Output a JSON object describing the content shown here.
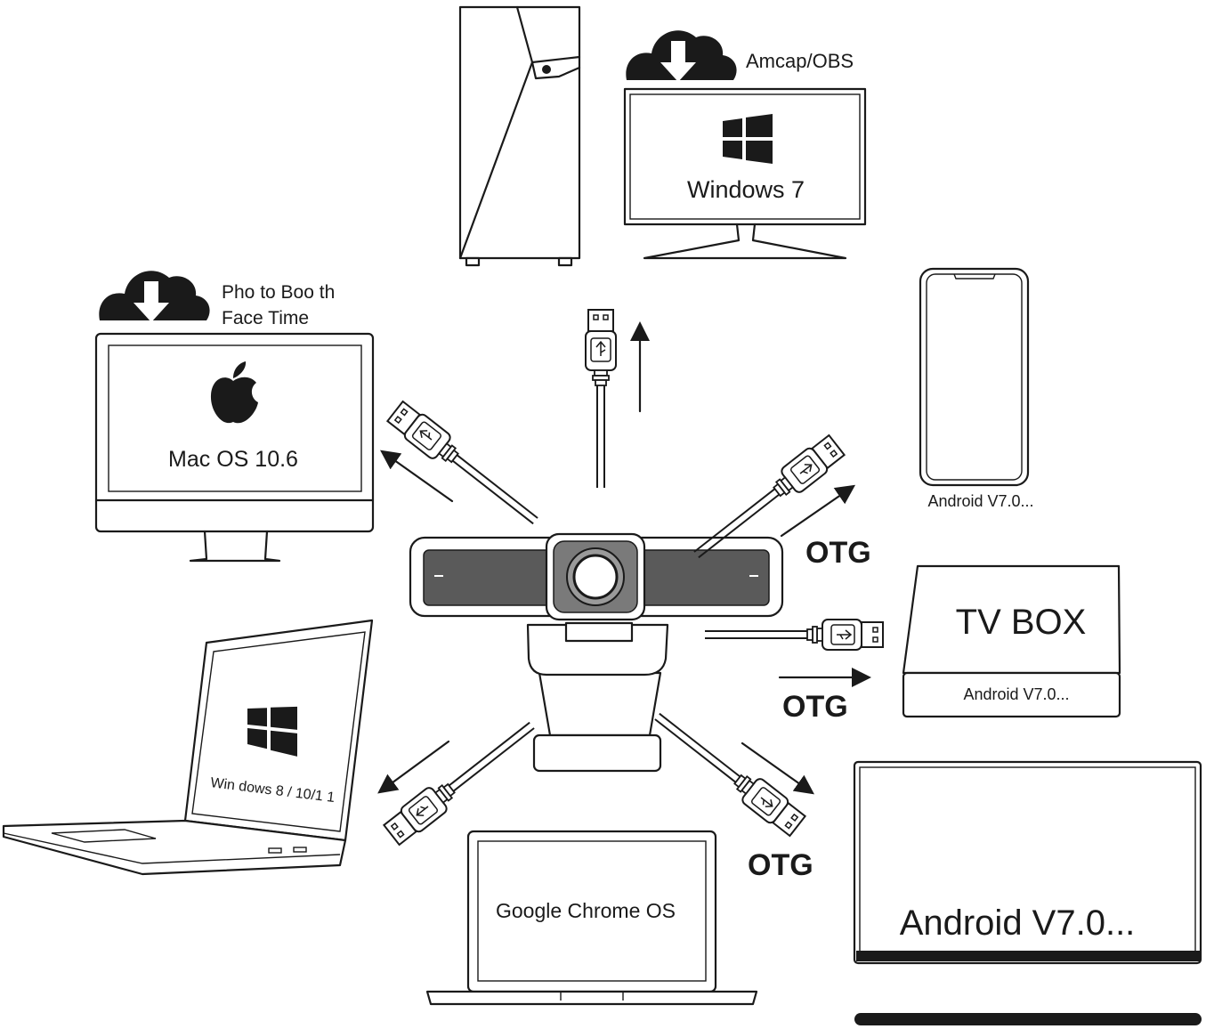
{
  "devices": {
    "windows7_desktop": {
      "screen_label": "Windows 7",
      "software": "Amcap/OBS"
    },
    "mac_desktop": {
      "screen_label": "Mac OS 10.6",
      "software_line1": "Pho to Boo th",
      "software_line2": "Face Time"
    },
    "android_phone": {
      "label": "Android V7.0..."
    },
    "tv_box": {
      "title": "TV BOX",
      "label": "Android V7.0..."
    },
    "windows_laptop": {
      "screen_label": "Win dows 8 / 10/1 1"
    },
    "chromebook": {
      "screen_label": "Google Chrome OS"
    },
    "android_tablet": {
      "screen_label": "Android V7.0..."
    }
  },
  "otg_labels": {
    "phone": "OTG",
    "tv_box": "OTG",
    "tablet": "OTG"
  },
  "icons": [
    "download-cloud-icon",
    "windows-logo-icon",
    "apple-logo-icon",
    "usb-plug-icon",
    "arrow-icon",
    "webcam"
  ],
  "colors": {
    "line": "#1a1a1a",
    "background": "#ffffff",
    "lens_face": "#cfcfcf"
  }
}
